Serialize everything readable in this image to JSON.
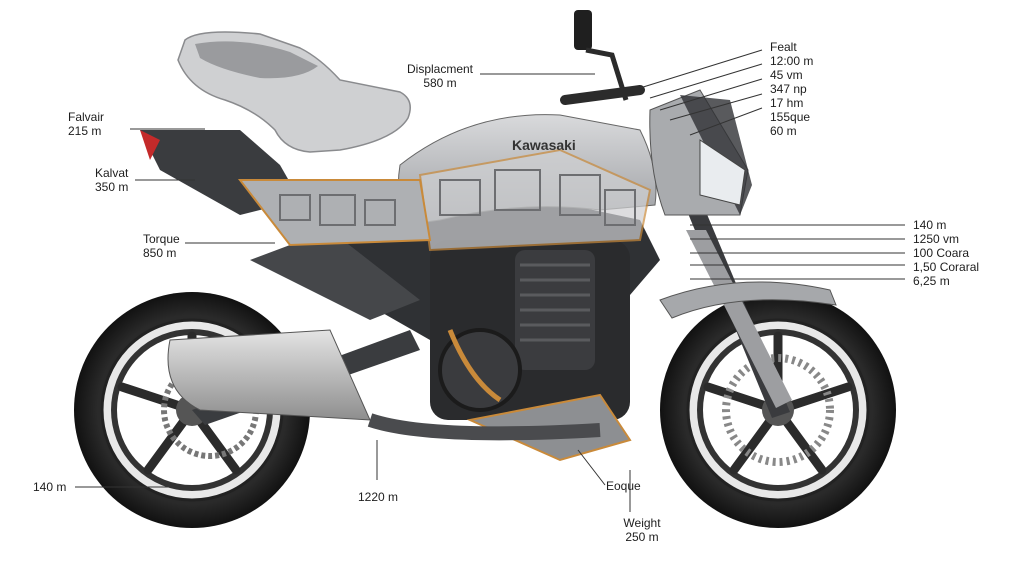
{
  "brand": "Kawasaki",
  "labels": {
    "displacement": {
      "name": "Displacment",
      "value": "580 m"
    },
    "top_right": [
      "Fealt",
      "12:00 m",
      "45 vm",
      "347 np",
      "17 hm",
      "155que",
      "60 m"
    ],
    "falvair": {
      "name": "Falvair",
      "value": "215 m"
    },
    "kalvat": {
      "name": "Kalvat",
      "value": "350 m"
    },
    "torque": {
      "name": "Torque",
      "value": "850 m"
    },
    "right_mid": [
      "140 m",
      "1250 vm",
      "100 Coara",
      "1,50 Coraral",
      "6,25 m"
    ],
    "bottom_left": "140 m",
    "bottom_center": "1220 m",
    "eoque": "Eoque",
    "weight": {
      "name": "Weight",
      "value": "250 m"
    }
  },
  "colors": {
    "frame": "#2b2d30",
    "tank": "#b8babd",
    "accent": "#c98a3a",
    "tire": "#1c1c1c",
    "line": "#333333"
  }
}
